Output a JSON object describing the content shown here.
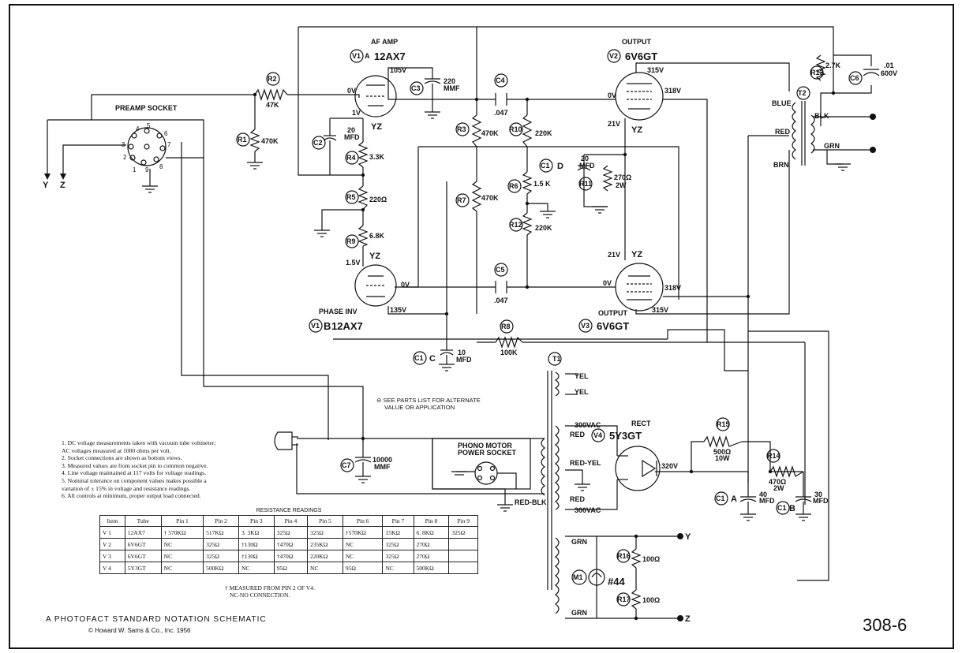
{
  "sheet": {
    "credit_title": "A PHOTOFACT STANDARD NOTATION SCHEMATIC",
    "credit_copyright": "© Howard W. Sams & Co., Inc. 1956",
    "sheet_number": "308-6"
  },
  "labels": {
    "preamp_socket": "PREAMP SOCKET",
    "y": "Y",
    "z": "Z",
    "yz": "YZ",
    "af_amp": "AF AMP",
    "v1a": "V1",
    "v1a_sect": "A",
    "v1a_type": "12AX7",
    "phase_inv": "PHASE INV",
    "v1b": "V1",
    "v1b_sect": "B",
    "v1b_type": "12AX7",
    "output": "OUTPUT",
    "v2": "V2",
    "v2_type": "6V6GT",
    "v3": "V3",
    "v3_type": "6V6GT",
    "rect": "RECT",
    "v4": "V4",
    "v4_type": "5Y3GT",
    "phono_motor": "PHONO MOTOR",
    "power_socket": "POWER SOCKET",
    "red_blk": "RED-BLK",
    "red": "RED",
    "red_yel": "RED-YEL",
    "yel": "YEL",
    "grn": "GRN",
    "blue": "BLUE",
    "blk": "BLK",
    "brn": "BRN",
    "vac_300a": "300VAC",
    "vac_300b": "300VAC",
    "t1": "T1",
    "t2": "T2",
    "m1": "M1",
    "lamp": "#44"
  },
  "voltages": {
    "v1a_plate": "105V",
    "v1a_grid": "0V",
    "v1a_cath": "1V",
    "v1b_cath": "1.5V",
    "v1b_grid": "0V",
    "v1b_plate": "135V",
    "v2_plate": "315V",
    "v2_screen": "318V",
    "v2_grid": "0V",
    "v2_cath": "21V",
    "v3_cath": "21V",
    "v3_grid": "0V",
    "v3_screen": "318V",
    "v3_plate": "315V",
    "rect_out": "320V"
  },
  "components": {
    "r1": {
      "ref": "R1",
      "value": "470K"
    },
    "r2": {
      "ref": "R2",
      "value": "47K"
    },
    "r3": {
      "ref": "R3",
      "value": "470K"
    },
    "r4": {
      "ref": "R4",
      "value": "3.3K"
    },
    "r5": {
      "ref": "R5",
      "value": "220Ω"
    },
    "r6": {
      "ref": "R6",
      "value": "1.5 K"
    },
    "r7": {
      "ref": "R7",
      "value": "470K"
    },
    "r8": {
      "ref": "R8",
      "value": "100K"
    },
    "r9": {
      "ref": "R9",
      "value": "6.8K"
    },
    "r10": {
      "ref": "R10",
      "value": "220K"
    },
    "r11": {
      "ref": "R11",
      "value": "270Ω",
      "rating": "2W"
    },
    "r12": {
      "ref": "R12",
      "value": "220K"
    },
    "r13": {
      "ref": "R13",
      "value": "2.7K"
    },
    "r14": {
      "ref": "R14",
      "value": "470Ω",
      "rating": "2W"
    },
    "r15": {
      "ref": "R15",
      "value": "500Ω",
      "rating": "10W"
    },
    "r16": {
      "ref": "R16",
      "value": "100Ω"
    },
    "r17": {
      "ref": "R17",
      "value": "100Ω"
    },
    "c1a": {
      "ref": "C1",
      "sect": "A",
      "value": "40",
      "unit": "MFD"
    },
    "c1b": {
      "ref": "C1",
      "sect": "B",
      "value": "30",
      "unit": "MFD"
    },
    "c1c": {
      "ref": "C1",
      "sect": "C",
      "value": "10",
      "unit": "MFD"
    },
    "c1d": {
      "ref": "C1",
      "sect": "D",
      "value": "20",
      "unit": "MFD"
    },
    "c2": {
      "ref": "C2",
      "value": "20",
      "unit": "MFD"
    },
    "c3": {
      "ref": "C3",
      "value": "220",
      "unit": "MMF"
    },
    "c4": {
      "ref": "C4",
      "value": ".047"
    },
    "c5": {
      "ref": "C5",
      "value": ".047"
    },
    "c6": {
      "ref": "C6",
      "value": ".01",
      "rating": "600V"
    },
    "c7": {
      "ref": "C7",
      "value": "10000",
      "unit": "MMF"
    }
  },
  "parts_note": [
    "⊖ SEE PARTS LIST FOR ALTERNATE",
    "VALUE OR APPLICATION"
  ],
  "notes": [
    "1.  DC voltage measurements taken with vacuum tube voltmeter;",
    "     AC voltages measured at 1000 ohms per volt.",
    "2.  Socket connections are shown as bottom views.",
    "3.  Measured values are from socket pin to common negative.",
    "4.  Line voltage maintained at 117 volts for voltage readings.",
    "5.  Nominal tolerance on component values makes possible a",
    "     variation of ± 15% in voltage and resistance readings.",
    "6.  All controls at minimum, proper output load connected."
  ],
  "resistance_table": {
    "title": "RESISTANCE READINGS",
    "headers": [
      "Item",
      "Tube",
      "Pin 1",
      "Pin 2",
      "Pin 3",
      "Pin 4",
      "Pin 5",
      "Pin 6",
      "Pin 7",
      "Pin 8",
      "Pin 9"
    ],
    "rows": [
      [
        "V 1",
        "12AX7",
        "† 570KΩ",
        "517KΩ",
        "3. 3KΩ",
        "325Ω",
        "325Ω",
        "†570KΩ",
        "15KΩ",
        "6. 8KΩ",
        "325Ω"
      ],
      [
        "V 2",
        "6V6GT",
        "NC",
        "325Ω",
        "†130Ω",
        "†470Ω",
        "235KΩ",
        "NC",
        "325Ω",
        "270Ω",
        ""
      ],
      [
        "V 3",
        "6V6GT",
        "NC",
        "325Ω",
        "†130Ω",
        "†470Ω",
        "220KΩ",
        "NC",
        "325Ω",
        "270Ω",
        ""
      ],
      [
        "V 4",
        "5Y3GT",
        "NC",
        "500KΩ",
        "NC",
        "95Ω",
        "NC",
        "95Ω",
        "NC",
        "500KΩ",
        ""
      ]
    ],
    "footnotes": [
      "† MEASURED FROM PIN 2 OF V4.",
      "NC-NO CONNECTION."
    ]
  }
}
